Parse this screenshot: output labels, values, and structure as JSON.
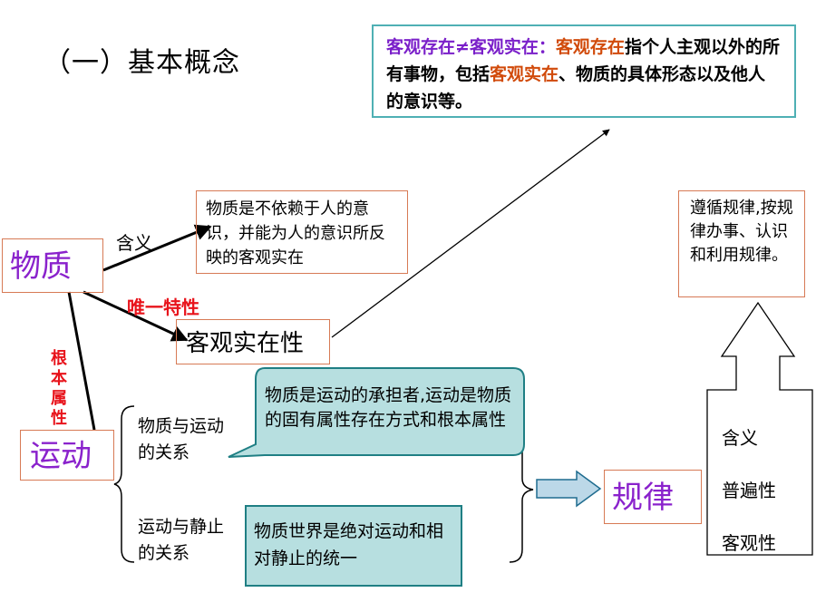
{
  "title": "（一）基本概念",
  "definition": {
    "seg1": "客观存在≠客观实在：",
    "seg2": "客观存在",
    "seg3": "指个人主观以外的所有事物，包括",
    "seg4": "客观实在",
    "seg5": "、物质的具体形态以及他人的意识等。"
  },
  "matter_definition": "物质是不依赖于人的意识，并能为人的意识所反映的客观实在",
  "nodes": {
    "matter": "物质",
    "motion": "运动",
    "objective_reality": "客观实在性",
    "law": "规律"
  },
  "labels": {
    "meaning": "含义",
    "only_property": "唯一特性",
    "fundamental_attribute": "根本属性"
  },
  "relations": {
    "matter_motion": "物质与运动的关系",
    "motion_rest": "运动与静止的关系"
  },
  "callout": "物质是运动的承担者,运动是物质的固有属性存在方式和根本属性",
  "absolute_relative": "物质世界是绝对运动和相对静止的统一",
  "follow_law": "遵循规律,按规律办事、认识和利用规律。",
  "law_points": [
    "含义",
    "普遍性",
    "客观性"
  ],
  "colors": {
    "purple_node": "#8a22cc",
    "red_label": "#e8131b",
    "teal_border": "#4fb0b4",
    "callout_fill": "#b7dfe0",
    "box_border": "#d77a55"
  }
}
